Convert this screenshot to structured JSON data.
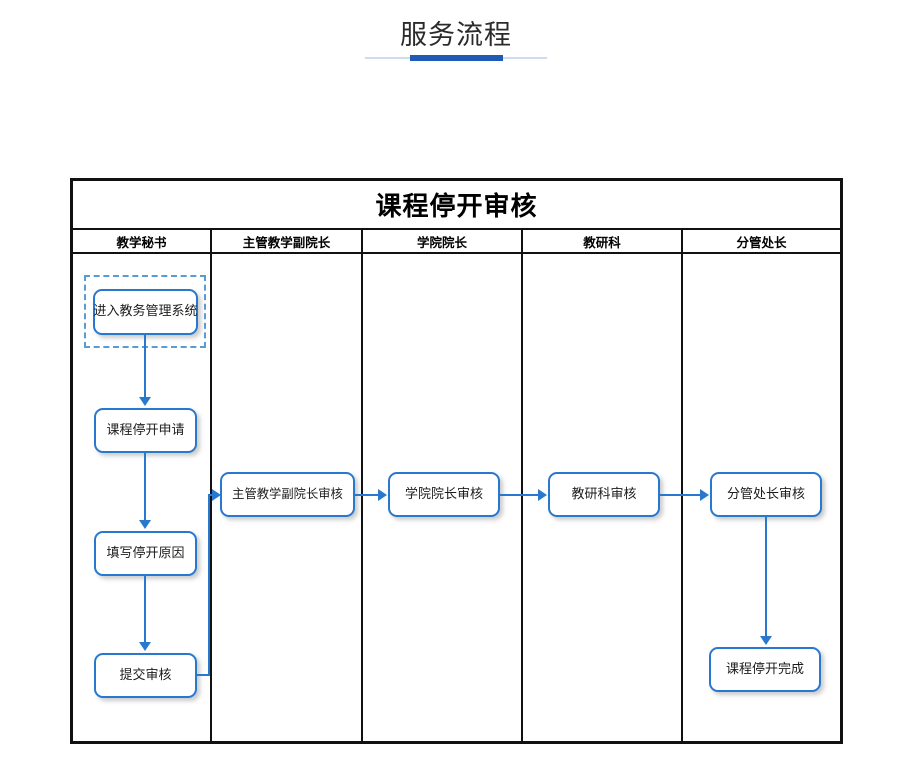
{
  "page": {
    "title": "服务流程"
  },
  "flowchart": {
    "banner_title": "课程停开审核",
    "lanes": [
      {
        "label": "教学秘书"
      },
      {
        "label": "主管教学副院长"
      },
      {
        "label": "学院院长"
      },
      {
        "label": "教研科"
      },
      {
        "label": "分管处长"
      }
    ],
    "nodes": [
      {
        "id": "enter-system",
        "label": "进入教务管理系统",
        "lane": "教学秘书",
        "selected": "true"
      },
      {
        "id": "course-stop-apply",
        "label": "课程停开申请",
        "lane": "教学秘书",
        "selected": "false"
      },
      {
        "id": "fill-reason",
        "label": "填写停开原因",
        "lane": "教学秘书",
        "selected": "false"
      },
      {
        "id": "submit-review",
        "label": "提交审核",
        "lane": "教学秘书",
        "selected": "false"
      },
      {
        "id": "vice-dean-review",
        "label": "主管教学副院长审核",
        "lane": "主管教学副院长",
        "selected": "false"
      },
      {
        "id": "dean-review",
        "label": "学院院长审核",
        "lane": "学院院长",
        "selected": "false"
      },
      {
        "id": "section-review",
        "label": "教研科审核",
        "lane": "教研科",
        "selected": "false"
      },
      {
        "id": "director-review",
        "label": "分管处长审核",
        "lane": "分管处长",
        "selected": "false"
      },
      {
        "id": "course-stop-done",
        "label": "课程停开完成",
        "lane": "分管处长",
        "selected": "false"
      }
    ],
    "colors": {
      "node_border": "#2878d0",
      "connector": "#2878d0",
      "selection_border": "#5b9bd5",
      "frame_border": "#111111",
      "title_accent": "#1f5bb5",
      "title_rule": "#cfdceb"
    }
  }
}
